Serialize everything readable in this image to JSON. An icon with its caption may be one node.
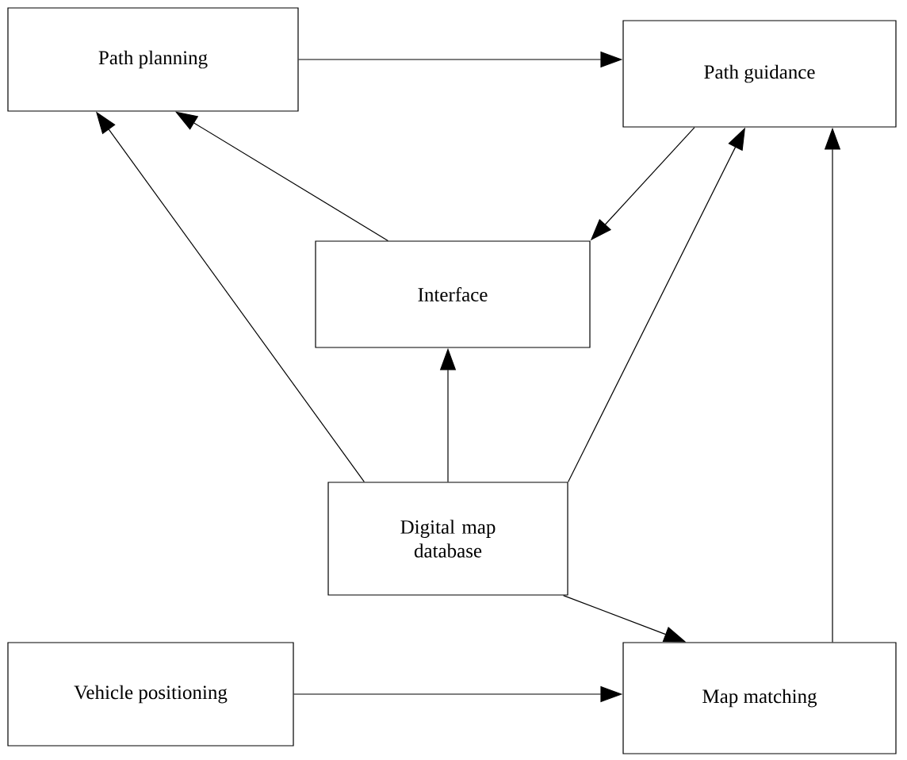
{
  "diagram": {
    "nodes": [
      {
        "text": [
          "Path planning"
        ]
      },
      {
        "text": [
          "Path guidance"
        ]
      },
      {
        "text": [
          "Interface"
        ]
      },
      {
        "text": [
          "Digital map database"
        ]
      },
      {
        "text": [
          "Vehicle positioning"
        ]
      },
      {
        "text": [
          "Map matching"
        ]
      }
    ],
    "edges": [
      {
        "from": 0,
        "to": 1,
        "arrow": "to"
      },
      {
        "from": 2,
        "to": 0,
        "arrow": "to"
      },
      {
        "from": 1,
        "to": 2,
        "arrow": "to"
      },
      {
        "from": 3,
        "to": 0,
        "arrow": "to"
      },
      {
        "from": 3,
        "to": 2,
        "arrow": "to"
      },
      {
        "from": 3,
        "to": 1,
        "arrow": "to"
      },
      {
        "from": 3,
        "to": 5,
        "arrow": "to"
      },
      {
        "from": 4,
        "to": 5,
        "arrow": "to"
      },
      {
        "from": 5,
        "to": 1,
        "arrow": "to"
      }
    ]
  }
}
